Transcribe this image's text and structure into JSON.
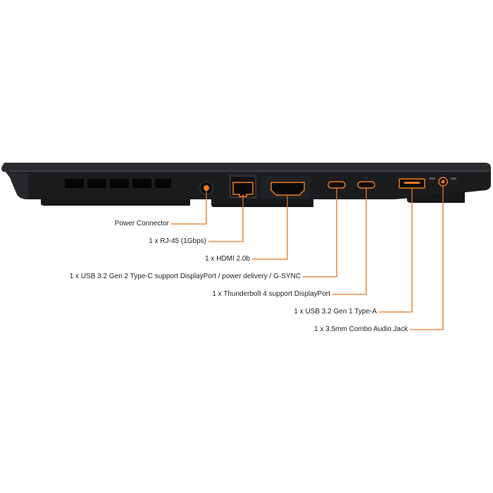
{
  "colors": {
    "background": "#ffffff",
    "chassis": "#1b1c1e",
    "chassis_edge": "#3a3b3e",
    "port_highlight": "#f07a1a",
    "leader_line": "#e8731c",
    "label_text": "#222222"
  },
  "ports": [
    {
      "name": "power-connector",
      "icon": "round-jack-icon",
      "label": "Power Connector"
    },
    {
      "name": "rj45",
      "icon": "ethernet-port-icon",
      "label": "1 x RJ-45 (1Gbps)"
    },
    {
      "name": "hdmi",
      "icon": "hdmi-port-icon",
      "label": "1 x HDMI 2.0b"
    },
    {
      "name": "usb-c-gen2",
      "icon": "usb-c-port-icon",
      "label": "1 x USB 3.2 Gen 2 Type-C support DisplayPort / power delivery / G-SYNC"
    },
    {
      "name": "thunderbolt4",
      "icon": "usb-c-port-icon",
      "label": "1 x Thunderbolt 4 support DisplayPort"
    },
    {
      "name": "usb-a-gen1",
      "icon": "usb-a-port-icon",
      "label": "1 x USB 3.2 Gen 1 Type-A"
    },
    {
      "name": "audio-jack",
      "icon": "audio-jack-icon",
      "label": "1 x 3.5mm Combo Audio Jack"
    }
  ]
}
